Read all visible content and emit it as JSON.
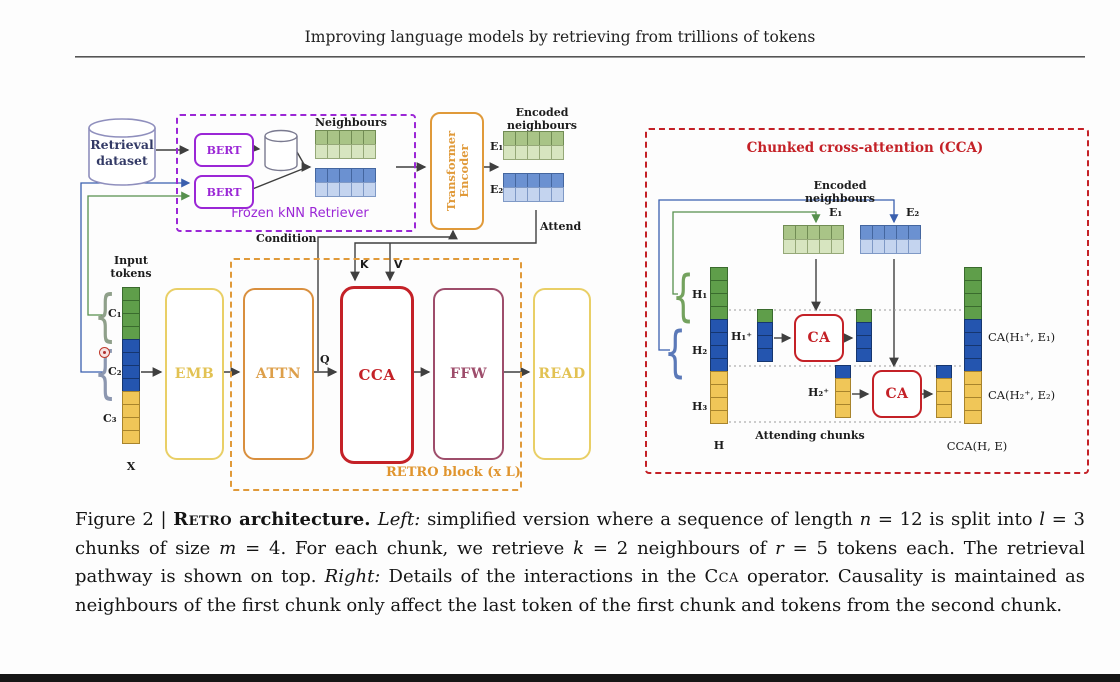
{
  "header": {
    "title": "Improving language models by retrieving from trillions of tokens"
  },
  "glyphs": {
    "brace": "{"
  },
  "palette": {
    "g": "#5f9e4a",
    "b": "#2455af",
    "y": "#f0c658",
    "gd": "#a9c487",
    "gl": "#d7e5c0",
    "bd": "#6b91d1",
    "bl": "#c4d4ef"
  },
  "borders": {
    "g": "#3a6b2e",
    "b": "#16366f",
    "y": "#a8842c",
    "gd": "#718c54",
    "gl": "#95a878",
    "bd": "#44669f",
    "bl": "#7f99c6"
  },
  "left": {
    "retrieval_dataset_line1": "Retrieval",
    "retrieval_dataset_line2": "dataset",
    "bert1": "BERT",
    "bert2": "BERT",
    "retriever_label": "Frozen kNN Retriever",
    "neighbours_label": "Neighbours",
    "encoder_line1": "Transformer",
    "encoder_line2": "Encoder",
    "encoded_neighbours_label": "Encoded neighbours",
    "e1": "E₁",
    "e2": "E₂",
    "attend": "Attend",
    "condition": "Condition",
    "input_tokens_line1": "Input",
    "input_tokens_line2": "tokens",
    "c1": "C₁",
    "c2": "C₂",
    "c3": "C₃",
    "x": "X",
    "emb": "EMB",
    "attn": "ATTN",
    "cca": "CCA",
    "ffw": "FFW",
    "read": "READ",
    "k": "K",
    "v": "V",
    "q": "Q",
    "retro_block_label": "RETRO block (x L)"
  },
  "right": {
    "title": "Chunked cross-attention (CCA)",
    "encoded_neighbours_label": "Encoded neighbours",
    "e1": "E₁",
    "e2": "E₂",
    "h1": "H₁",
    "h2": "H₂",
    "h3": "H₃",
    "h": "H",
    "h1p": "H₁⁺",
    "h2p": "H₂⁺",
    "ca1": "CA",
    "ca2": "CA",
    "attending_chunks": "Attending chunks",
    "out1_label": "CA(H₁⁺, E₁)",
    "out2_label": "CA(H₂⁺, E₂)",
    "cca_label": "CCA(H, E)"
  },
  "colors": {
    "purple": "#9b27d6",
    "orange": "#e09a3a",
    "orange_text": "#e0952f",
    "yellow_box": "#e9cf66",
    "yellow_text": "#e2c253",
    "red": "#c42127",
    "plum": "#9e4d6b",
    "line": "#3f3f3f",
    "green_line": "#56904d",
    "blue_line": "#3a5fae",
    "navy_text": "#333a66"
  },
  "grids": {
    "neigh_green": {
      "type": "grid",
      "cols": 5,
      "rows": [
        "gd",
        "gl"
      ]
    },
    "neigh_blue": {
      "type": "grid",
      "cols": 5,
      "rows": [
        "bd",
        "bl"
      ]
    },
    "enc_e1_left": {
      "type": "grid",
      "cols": 5,
      "rows": [
        "gd",
        "gl"
      ]
    },
    "enc_e2_left": {
      "type": "grid",
      "cols": 5,
      "rows": [
        "bd",
        "bl"
      ]
    },
    "enc_e1_right": {
      "type": "grid",
      "cols": 5,
      "rows": [
        "gd",
        "gl"
      ]
    },
    "enc_e2_right": {
      "type": "grid",
      "cols": 5,
      "rows": [
        "bd",
        "bl"
      ]
    },
    "col_input": {
      "type": "col",
      "w": 18,
      "h": 14,
      "cells": [
        "g",
        "g",
        "g",
        "g",
        "b",
        "b",
        "b",
        "b",
        "y",
        "y",
        "y",
        "y"
      ]
    },
    "col_h": {
      "type": "col",
      "w": 18,
      "h": 14,
      "cells": [
        "g",
        "g",
        "g",
        "g",
        "b",
        "b",
        "b",
        "b",
        "y",
        "y",
        "y",
        "y"
      ]
    },
    "col_h1p": {
      "type": "col",
      "w": 16,
      "h": 14,
      "cells": [
        "g",
        "b",
        "b",
        "b"
      ]
    },
    "col_out1": {
      "type": "col",
      "w": 16,
      "h": 14,
      "cells": [
        "g",
        "b",
        "b",
        "b"
      ]
    },
    "col_h2p": {
      "type": "col",
      "w": 16,
      "h": 14,
      "cells": [
        "b",
        "y",
        "y",
        "y"
      ]
    },
    "col_out2": {
      "type": "col",
      "w": 16,
      "h": 14,
      "cells": [
        "b",
        "y",
        "y",
        "y"
      ]
    },
    "col_cca": {
      "type": "col",
      "w": 18,
      "h": 14,
      "cells": [
        "g",
        "g",
        "g",
        "g",
        "b",
        "b",
        "b",
        "b",
        "y",
        "y",
        "y",
        "y"
      ]
    }
  },
  "caption": {
    "segments": [
      {
        "t": "Figure 2 | ",
        "c": "r"
      },
      {
        "t": "Retro",
        "c": "scb"
      },
      {
        "t": " architecture. ",
        "c": "b"
      },
      {
        "t": "Left: ",
        "c": "i"
      },
      {
        "t": "simplified version where a sequence of length ",
        "c": "r"
      },
      {
        "t": "n",
        "c": "i"
      },
      {
        "t": " = 12 is split into ",
        "c": "r"
      },
      {
        "t": "l",
        "c": "i"
      },
      {
        "t": " = 3 chunks of size ",
        "c": "r"
      },
      {
        "t": "m",
        "c": "i"
      },
      {
        "t": " = 4. For each chunk, we retrieve ",
        "c": "r"
      },
      {
        "t": "k",
        "c": "i"
      },
      {
        "t": " = 2 neighbours of ",
        "c": "r"
      },
      {
        "t": "r",
        "c": "i"
      },
      {
        "t": " = 5 tokens each. The retrieval pathway is shown on top. ",
        "c": "r"
      },
      {
        "t": "Right: ",
        "c": "i"
      },
      {
        "t": "Details of the interactions in the ",
        "c": "r"
      },
      {
        "t": "Cca",
        "c": "sc"
      },
      {
        "t": " operator. Causality is maintained as neighbours of the first chunk only affect the last token of the first chunk and tokens from the second chunk.",
        "c": "r"
      }
    ]
  }
}
